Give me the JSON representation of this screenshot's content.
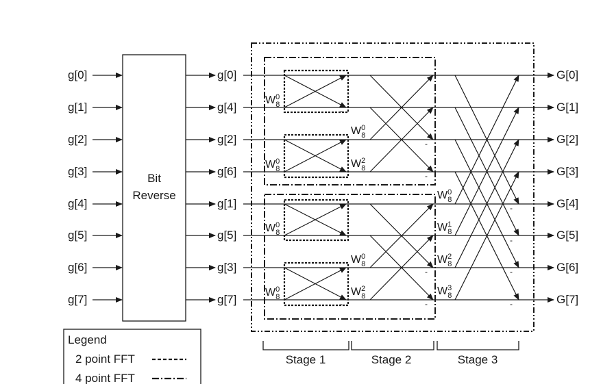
{
  "inputs": [
    "g[0]",
    "g[1]",
    "g[2]",
    "g[3]",
    "g[4]",
    "g[5]",
    "g[6]",
    "g[7]"
  ],
  "reordered": [
    "g[0]",
    "g[4]",
    "g[2]",
    "g[6]",
    "g[1]",
    "g[5]",
    "g[3]",
    "g[7]"
  ],
  "outputs": [
    "G[0]",
    "G[1]",
    "G[2]",
    "G[3]",
    "G[4]",
    "G[5]",
    "G[6]",
    "G[7]"
  ],
  "bit_reverse": {
    "line1": "Bit",
    "line2": "Reverse"
  },
  "twiddle_base": "W",
  "twiddle_sub": "8",
  "stage1_twiddles": [
    "0",
    "0",
    "0",
    "0"
  ],
  "stage2_twiddles": [
    "0",
    "2",
    "0",
    "2"
  ],
  "stage3_twiddles": [
    "0",
    "1",
    "2",
    "3"
  ],
  "minus_sign": "-",
  "stages": [
    "Stage 1",
    "Stage 2",
    "Stage 3"
  ],
  "legend": {
    "title": "Legend",
    "items": [
      {
        "label": "2 point FFT",
        "style": "dashed"
      },
      {
        "label": "4 point FFT",
        "style": "dash-dot"
      }
    ]
  }
}
